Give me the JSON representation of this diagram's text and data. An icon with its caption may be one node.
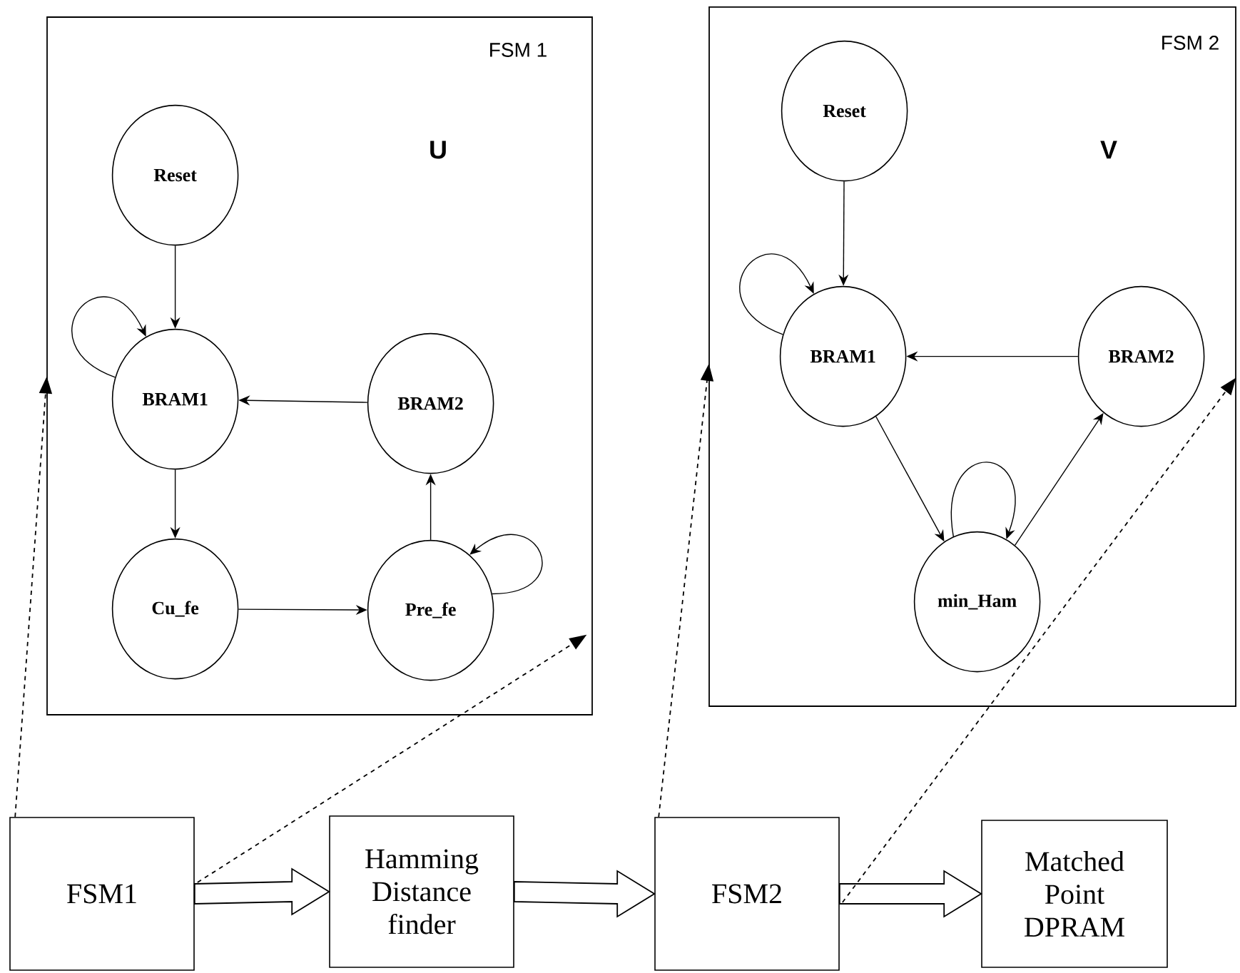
{
  "diagram": {
    "nodes": [
      {
        "text": [
          "FSM 1",
          "U"
        ]
      },
      {
        "text": [
          "Reset"
        ],
        "in": 0
      },
      {
        "text": [
          "BRAM1"
        ],
        "in": 0
      },
      {
        "text": [
          "BRAM2"
        ],
        "in": 0
      },
      {
        "text": [
          "Cu_fe"
        ],
        "in": 0
      },
      {
        "text": [
          "Pre_fe"
        ],
        "in": 0
      },
      {
        "text": [
          "FSM 2",
          "V"
        ]
      },
      {
        "text": [
          "Reset"
        ],
        "in": 6
      },
      {
        "text": [
          "BRAM1"
        ],
        "in": 6
      },
      {
        "text": [
          "BRAM2"
        ],
        "in": 6
      },
      {
        "text": [
          "min_Ham"
        ],
        "in": 6
      },
      {
        "text": [
          "FSM1"
        ]
      },
      {
        "text": [
          "Hamming Distance finder"
        ]
      },
      {
        "text": [
          "FSM2"
        ]
      },
      {
        "text": [
          "Matched Point DPRAM"
        ]
      }
    ],
    "edges": [
      {
        "from": 1,
        "to": 2,
        "arrow": "to"
      },
      {
        "from": 2,
        "to": 2,
        "arrow": "to"
      },
      {
        "from": 3,
        "to": 2,
        "arrow": "to"
      },
      {
        "from": 2,
        "to": 4,
        "arrow": "to"
      },
      {
        "from": 4,
        "to": 5,
        "arrow": "to"
      },
      {
        "from": 5,
        "to": 3,
        "arrow": "to"
      },
      {
        "from": 5,
        "to": 5,
        "arrow": "to"
      },
      {
        "from": 7,
        "to": 8,
        "arrow": "to"
      },
      {
        "from": 8,
        "to": 8,
        "arrow": "to"
      },
      {
        "from": 9,
        "to": 8,
        "arrow": "to"
      },
      {
        "from": 8,
        "to": 10,
        "arrow": "to"
      },
      {
        "from": 10,
        "to": 10,
        "arrow": "to"
      },
      {
        "from": 10,
        "to": 9,
        "arrow": "to"
      },
      {
        "from": 11,
        "to": 12,
        "arrow": "to",
        "style": "thick"
      },
      {
        "from": 12,
        "to": 13,
        "arrow": "to",
        "style": "thick"
      },
      {
        "from": 13,
        "to": 14,
        "arrow": "to",
        "style": "thick"
      },
      {
        "from": 11,
        "to": 0,
        "arrow": "to",
        "style": "dashed"
      },
      {
        "from": 11,
        "to": 0,
        "arrow": "to",
        "style": "dashed"
      },
      {
        "from": 13,
        "to": 6,
        "arrow": "to",
        "style": "dashed"
      },
      {
        "from": 13,
        "to": 6,
        "arrow": "to",
        "style": "dashed"
      }
    ]
  }
}
